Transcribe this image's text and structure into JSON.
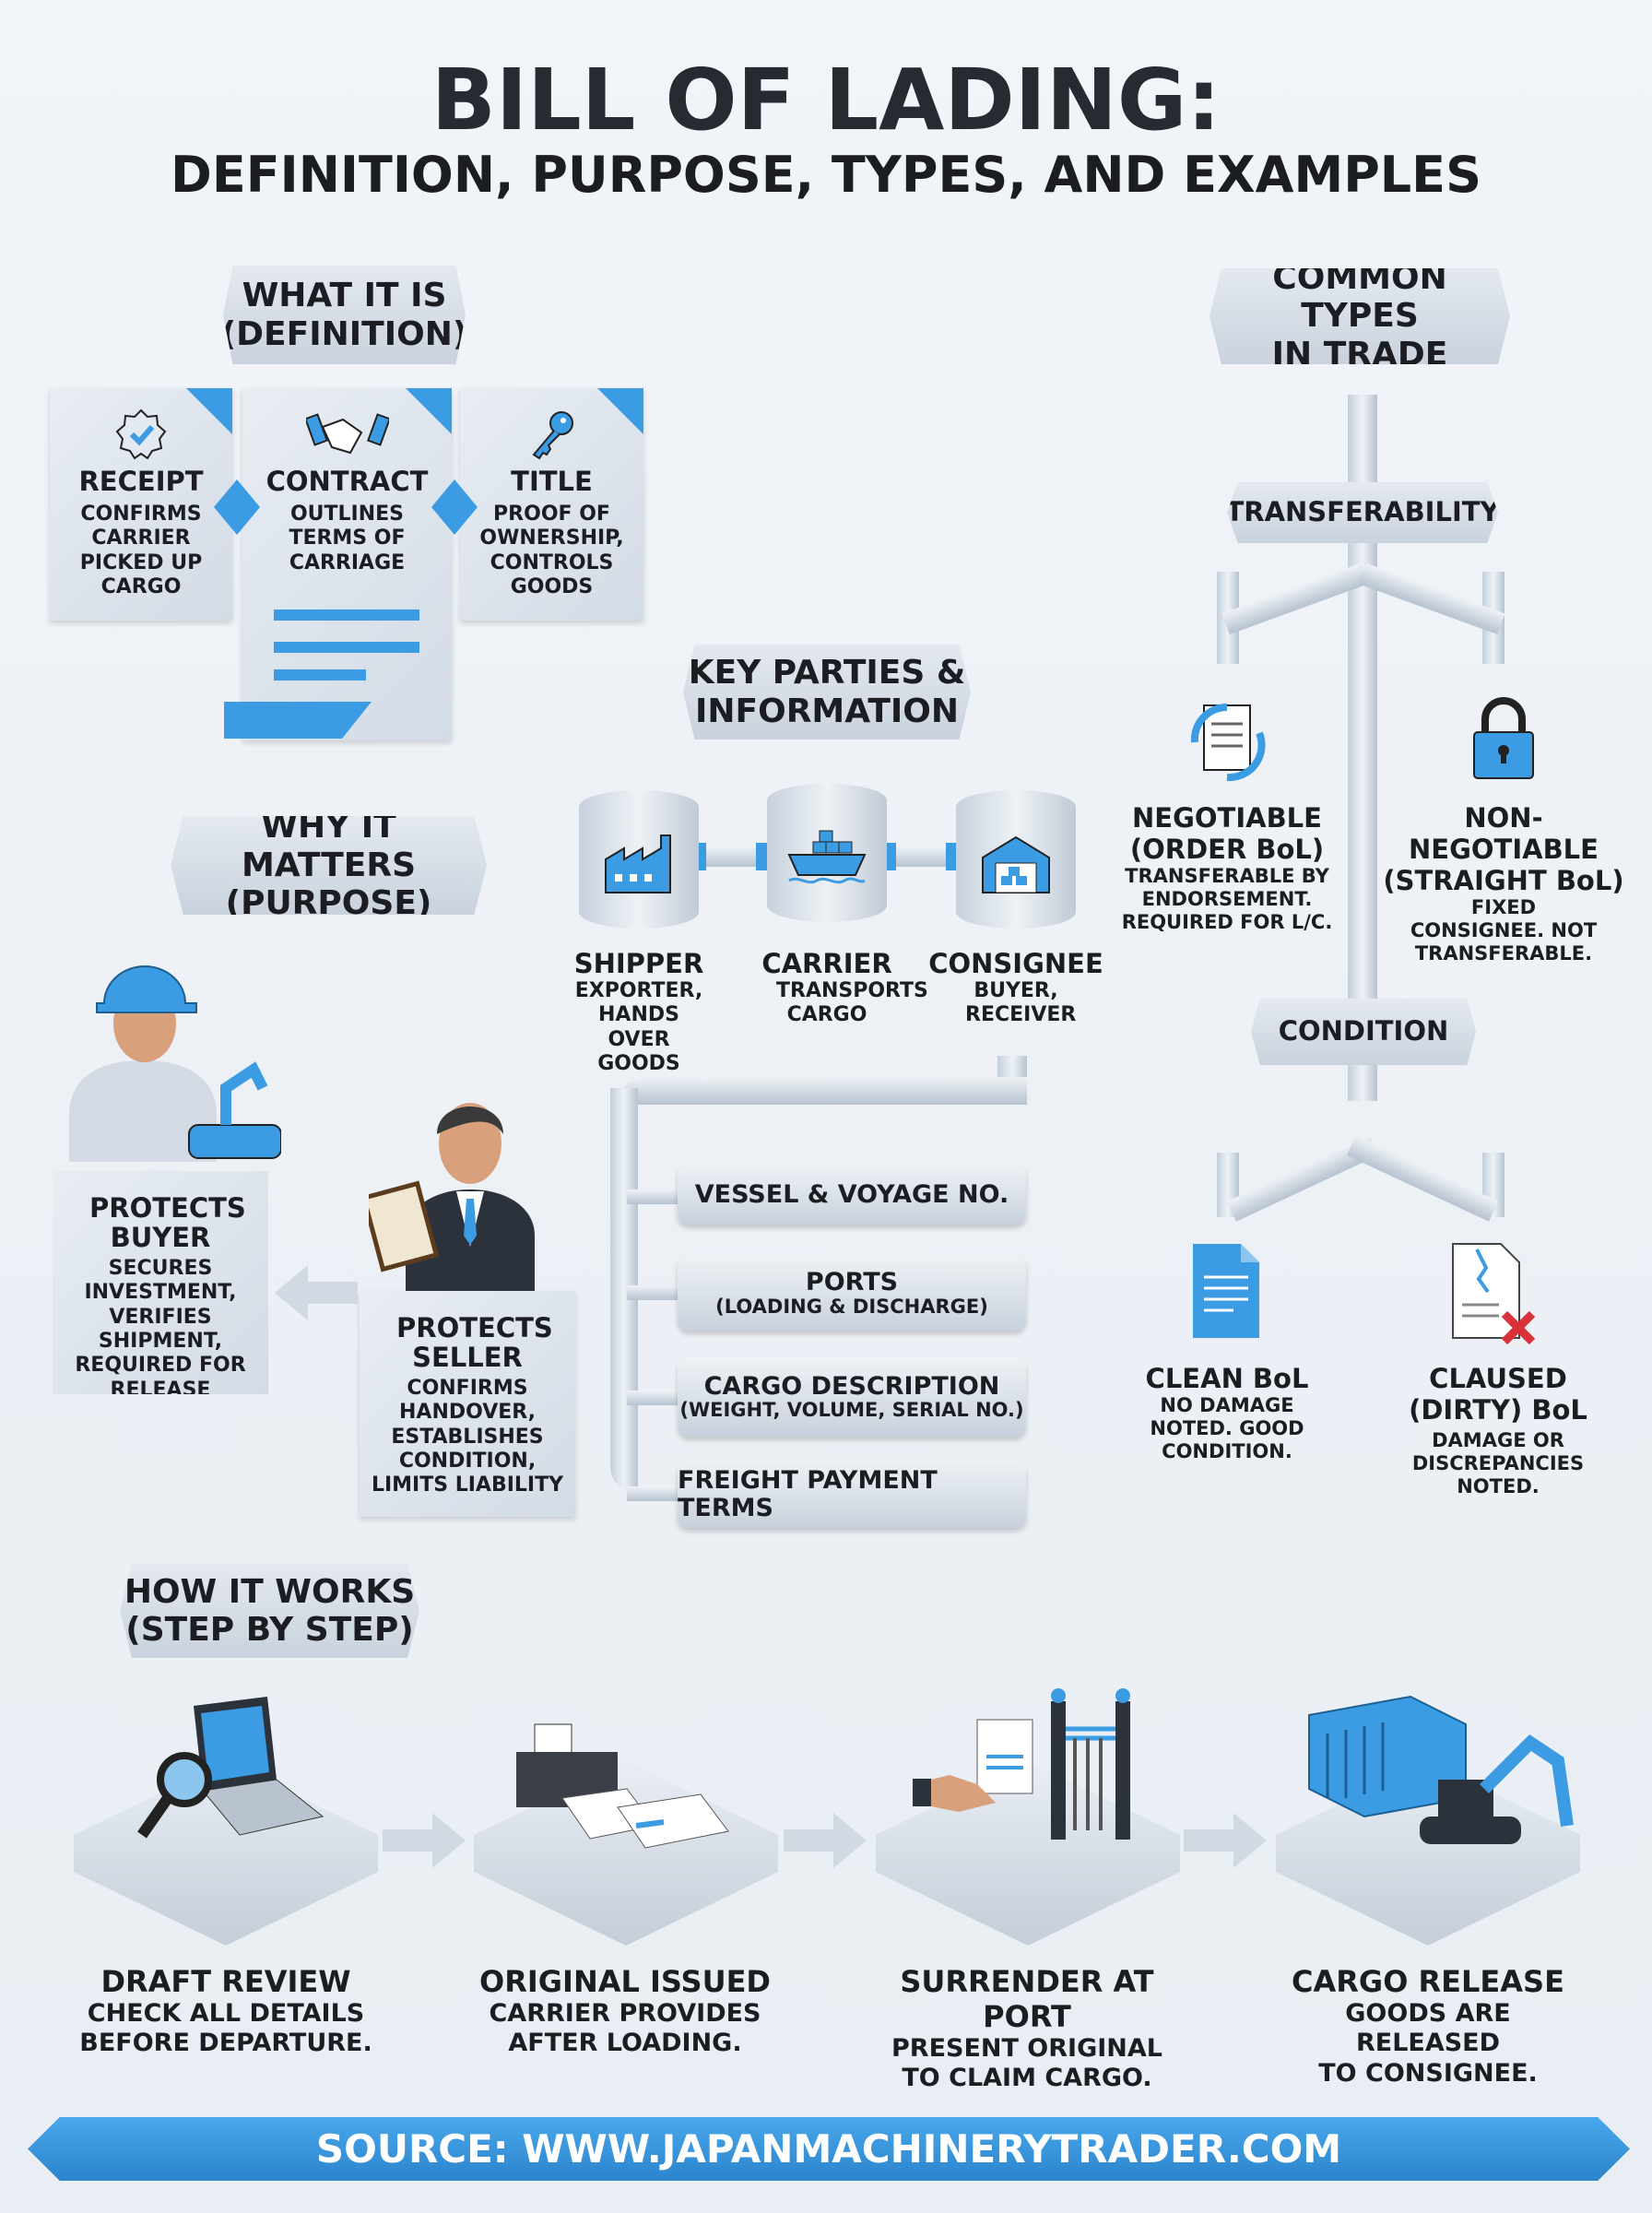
{
  "title": "BILL OF LADING:",
  "subtitle": "DEFINITION, PURPOSE, TYPES, AND EXAMPLES",
  "definition": {
    "heading_1": "WHAT IT IS",
    "heading_2": "(DEFINITION)",
    "cards": [
      {
        "title": "RECEIPT",
        "text": "CONFIRMS CARRIER PICKED UP CARGO",
        "icon": "badge-check-icon"
      },
      {
        "title": "CONTRACT",
        "text": "OUTLINES TERMS OF CARRIAGE",
        "icon": "handshake-icon"
      },
      {
        "title": "TITLE",
        "text": "PROOF OF OWNERSHIP, CONTROLS GOODS",
        "icon": "key-icon"
      }
    ]
  },
  "types": {
    "heading_1": "COMMON TYPES",
    "heading_2": "IN TRADE",
    "transferability": "TRANSFERABILITY",
    "negotiable": {
      "title_1": "NEGOTIABLE",
      "title_2": "(ORDER BoL)",
      "text": "TRANSFERABLE BY ENDORSEMENT. REQUIRED FOR L/C.",
      "icon": "document-exchange-icon"
    },
    "non_negotiable": {
      "title_1": "NON-NEGOTIABLE",
      "title_2": "(STRAIGHT BoL)",
      "text": "FIXED CONSIGNEE. NOT TRANSFERABLE.",
      "icon": "lock-icon"
    },
    "condition": "CONDITION",
    "clean": {
      "title": "CLEAN BoL",
      "text": "NO DAMAGE NOTED. GOOD CONDITION.",
      "icon": "document-icon"
    },
    "claused": {
      "title_1": "CLAUSED",
      "title_2": "(DIRTY) BoL",
      "text": "DAMAGE OR DISCREPANCIES NOTED.",
      "icon": "torn-document-x-icon"
    }
  },
  "parties": {
    "heading_1": "KEY PARTIES &",
    "heading_2": "INFORMATION",
    "items": [
      {
        "title": "SHIPPER",
        "text": "EXPORTER, HANDS OVER GOODS",
        "icon": "factory-icon"
      },
      {
        "title": "CARRIER",
        "text": "TRANSPORTS CARGO",
        "icon": "ship-icon"
      },
      {
        "title": "CONSIGNEE",
        "text": "BUYER, RECEIVER",
        "icon": "warehouse-icon"
      }
    ],
    "info": [
      {
        "label": "VESSEL & VOYAGE NO.",
        "sub": ""
      },
      {
        "label": "PORTS",
        "sub": "(LOADING & DISCHARGE)"
      },
      {
        "label": "CARGO DESCRIPTION",
        "sub": "(WEIGHT, VOLUME, SERIAL NO.)"
      },
      {
        "label": "FREIGHT PAYMENT TERMS",
        "sub": ""
      }
    ]
  },
  "purpose": {
    "heading_1": "WHY IT MATTERS",
    "heading_2": "(PURPOSE)",
    "buyer": {
      "title": "PROTECTS BUYER",
      "text": "SECURES INVESTMENT, VERIFIES SHIPMENT, REQUIRED FOR RELEASE"
    },
    "seller": {
      "title": "PROTECTS SELLER",
      "text": "CONFIRMS HANDOVER, ESTABLISHES CONDITION, LIMITS LIABILITY"
    }
  },
  "steps": {
    "heading_1": "HOW IT WORKS",
    "heading_2": "(STEP BY STEP)",
    "items": [
      {
        "title": "DRAFT REVIEW",
        "line1": "CHECK ALL DETAILS",
        "line2": "BEFORE DEPARTURE."
      },
      {
        "title": "ORIGINAL ISSUED",
        "line1": "CARRIER PROVIDES",
        "line2": "AFTER LOADING."
      },
      {
        "title": "SURRENDER AT PORT",
        "line1": "PRESENT ORIGINAL",
        "line2": "TO CLAIM CARGO."
      },
      {
        "title": "CARGO RELEASE",
        "line1": "GOODS ARE RELEASED",
        "line2": "TO CONSIGNEE."
      }
    ]
  },
  "footer": "SOURCE: WWW.JAPANMACHINERYTRADER.COM",
  "colors": {
    "accent": "#3b9be3",
    "text": "#1b1d22",
    "background": "#eef2f7",
    "error": "#d8333b"
  }
}
